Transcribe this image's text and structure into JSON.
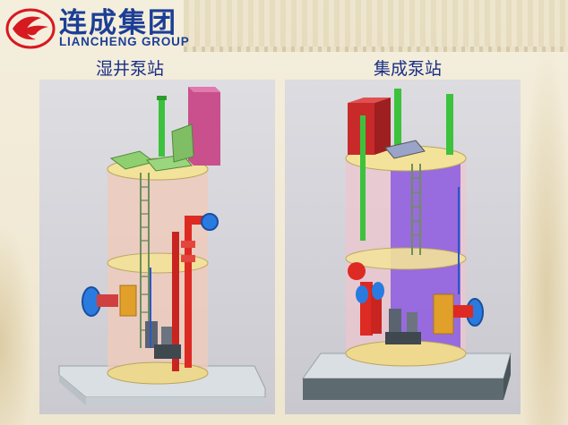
{
  "logo": {
    "name_cn": "连成集团",
    "name_en": "LIANCHENG GROUP",
    "brand_color": "#1c3f95",
    "mark_color": "#d71920"
  },
  "captions": {
    "left": "湿井泵站",
    "right": "集成泵站"
  },
  "colors": {
    "caption": "#1a2f86",
    "wet_well_shell": "#f2c9b8",
    "integrated_shell": "#f0c4cf",
    "integrated_chamber": "#8a5be0",
    "riser_pipe": "#dd2a22",
    "vent_pipe": "#3cc23c",
    "pump_flange": "#2a7be0",
    "deck": "#f3e39a",
    "base": "#d9dfe3"
  },
  "icons": {
    "left_panel": "wet-well-pump-station-illustration",
    "right_panel": "integrated-pump-station-illustration"
  }
}
